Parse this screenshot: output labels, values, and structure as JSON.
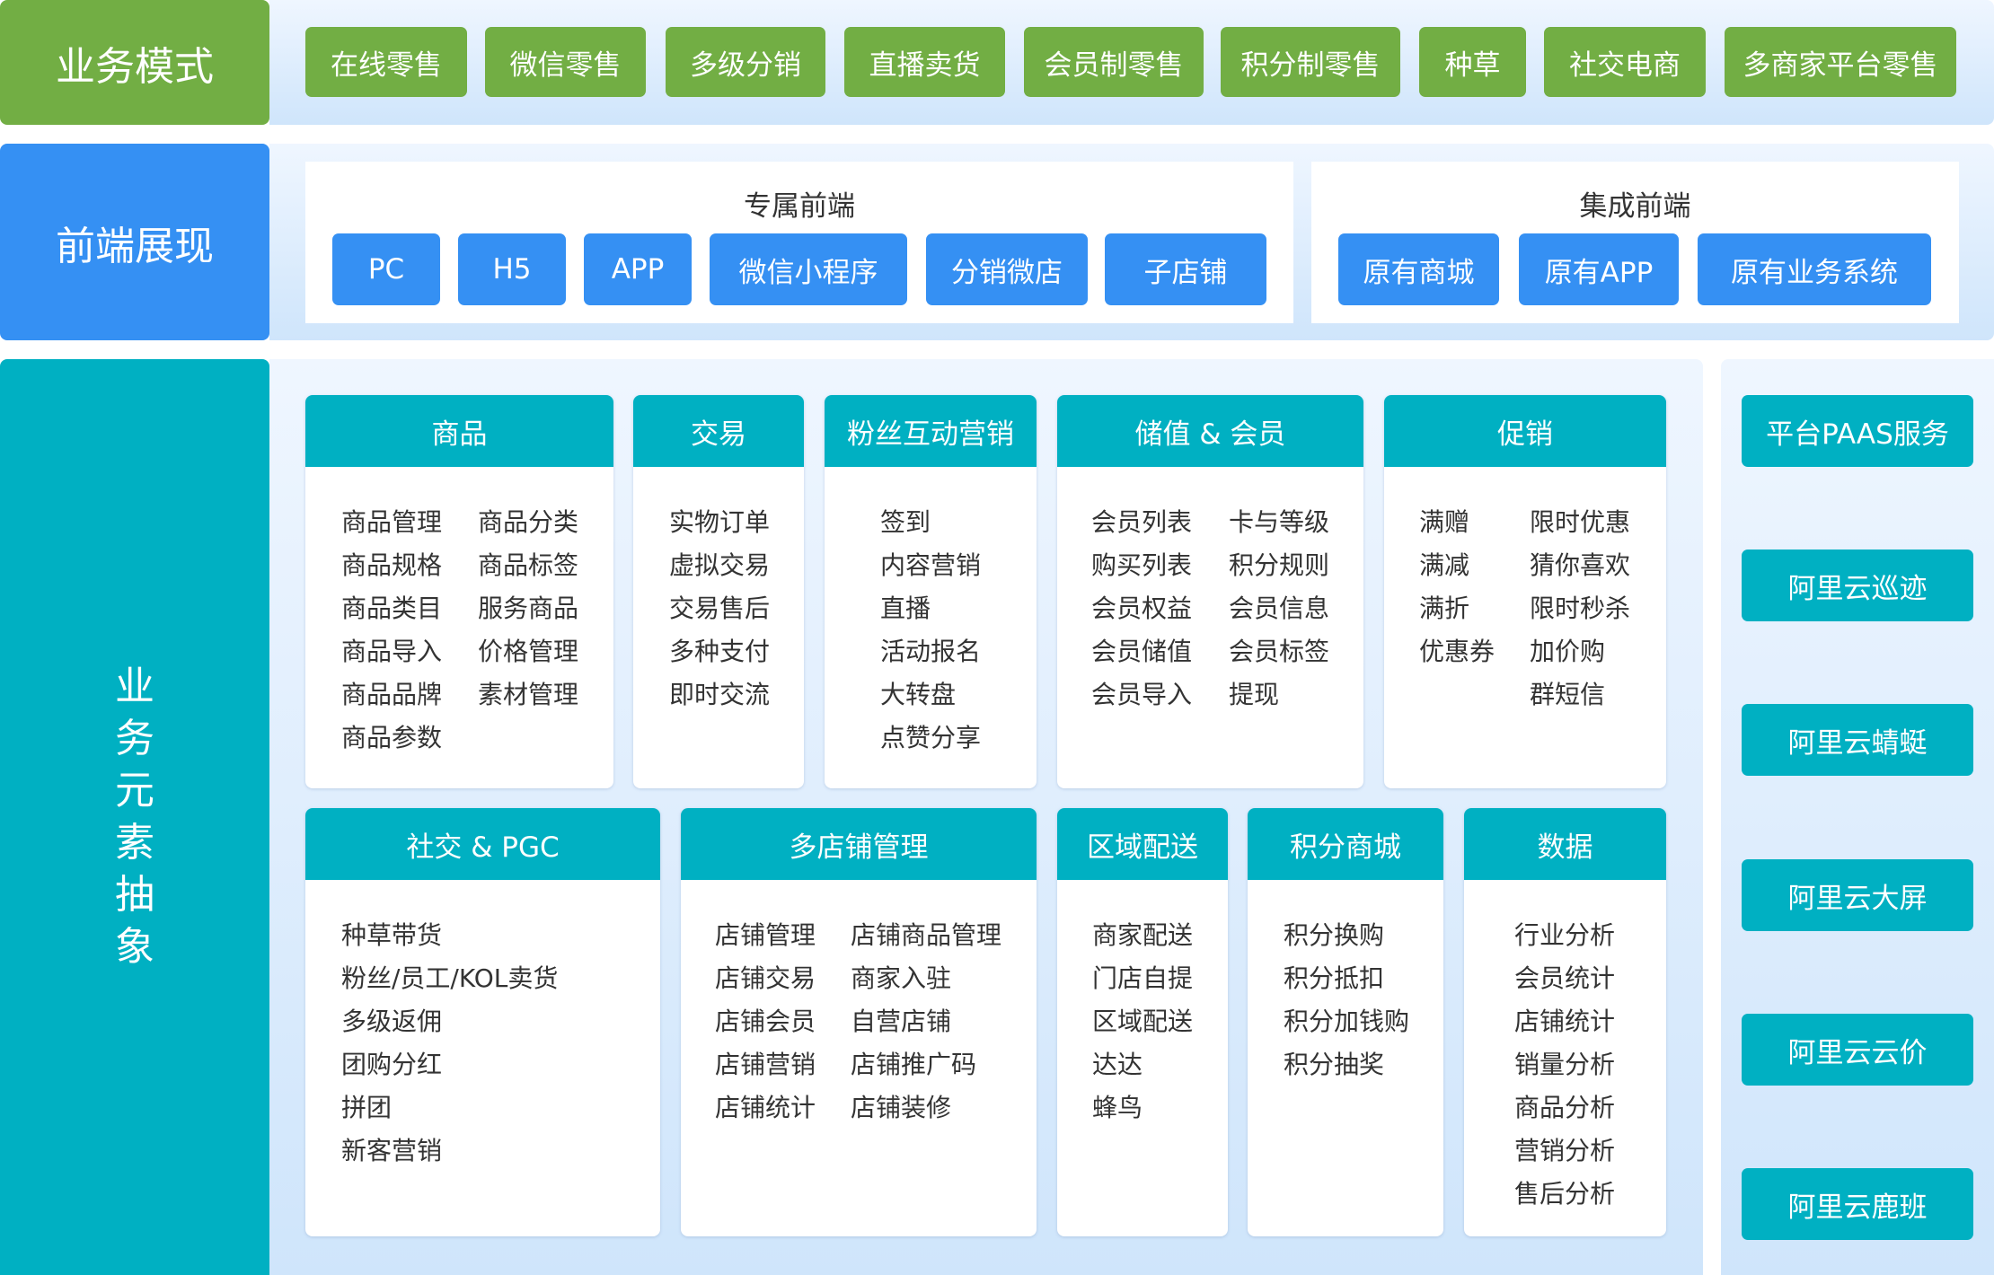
{
  "colors": {
    "business": "#72ae44",
    "frontend": "#3590f3",
    "elements": "#00b0c2"
  },
  "business": {
    "label": "业务模式",
    "items": [
      "在线零售",
      "微信零售",
      "多级分销",
      "直播卖货",
      "会员制零售",
      "积分制零售",
      "种草",
      "社交电商",
      "多商家平台零售"
    ]
  },
  "frontend": {
    "label": "前端展现",
    "dedicated": {
      "title": "专属前端",
      "items": [
        "PC",
        "H5",
        "APP",
        "微信小程序",
        "分销微店",
        "子店铺"
      ]
    },
    "integrated": {
      "title": "集成前端",
      "items": [
        "原有商城",
        "原有APP",
        "原有业务系统"
      ]
    }
  },
  "elements": {
    "label": "业务元素抽象",
    "cards": [
      {
        "title": "商品",
        "columns": [
          [
            "商品管理",
            "商品规格",
            "商品类目",
            "商品导入",
            "商品品牌",
            "商品参数"
          ],
          [
            "商品分类",
            "商品标签",
            "服务商品",
            "价格管理",
            "素材管理"
          ]
        ]
      },
      {
        "title": "交易",
        "columns": [
          [
            "实物订单",
            "虚拟交易",
            "交易售后",
            "多种支付",
            "即时交流"
          ]
        ]
      },
      {
        "title": "粉丝互动营销",
        "columns": [
          [
            "签到",
            "内容营销",
            "直播",
            "活动报名",
            "大转盘",
            "点赞分享"
          ]
        ]
      },
      {
        "title": "储值 & 会员",
        "columns": [
          [
            "会员列表",
            "购买列表",
            "会员权益",
            "会员储值",
            "会员导入"
          ],
          [
            "卡与等级",
            "积分规则",
            "会员信息",
            "会员标签",
            "提现"
          ]
        ]
      },
      {
        "title": "促销",
        "columns": [
          [
            "满赠",
            "满减",
            "满折",
            "优惠券"
          ],
          [
            "限时优惠",
            "猜你喜欢",
            "限时秒杀",
            "加价购",
            "群短信"
          ]
        ]
      },
      {
        "title": "社交 & PGC",
        "columns": [
          [
            "种草带货",
            "粉丝/员工/KOL卖货",
            "多级返佣",
            "团购分红",
            "拼团",
            "新客营销"
          ]
        ]
      },
      {
        "title": "多店铺管理",
        "columns": [
          [
            "店铺管理",
            "店铺交易",
            "店铺会员",
            "店铺营销",
            "店铺统计"
          ],
          [
            "店铺商品管理",
            "商家入驻",
            "自营店铺",
            "店铺推广码",
            "店铺装修"
          ]
        ]
      },
      {
        "title": "区域配送",
        "columns": [
          [
            "商家配送",
            "门店自提",
            "区域配送",
            "达达",
            "蜂鸟"
          ]
        ]
      },
      {
        "title": "积分商城",
        "columns": [
          [
            "积分换购",
            "积分抵扣",
            "积分加钱购",
            "积分抽奖"
          ]
        ]
      },
      {
        "title": "数据",
        "columns": [
          [
            "行业分析",
            "会员统计",
            "店铺统计",
            "销量分析",
            "商品分析",
            "营销分析",
            "售后分析"
          ]
        ]
      }
    ]
  },
  "services": [
    "平台PAAS服务",
    "阿里云巡迹",
    "阿里云蜻蜓",
    "阿里云大屏",
    "阿里云云价",
    "阿里云鹿班"
  ]
}
